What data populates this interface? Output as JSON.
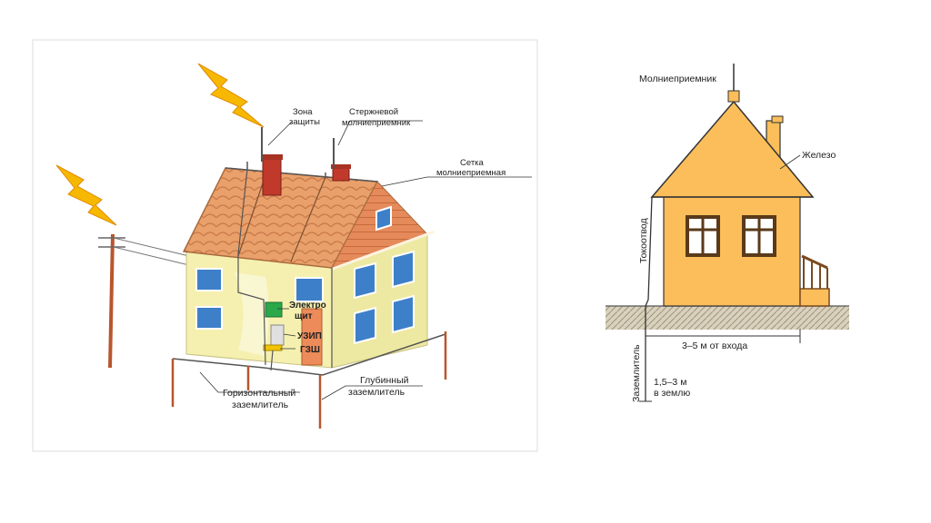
{
  "left_diagram": {
    "labels": {
      "zone_line1": "Зона",
      "zone_line2": "защиты",
      "rod_line1": "Стержневой",
      "rod_line2": "молниеприемник",
      "mesh_line1": "Сетка",
      "mesh_line2": "молниеприемная",
      "panel_line1": "Электро",
      "panel_line2": "щит",
      "spd": "УЗИП",
      "gzsh": "ГЗШ",
      "horizontal_line1": "Горизонтальный",
      "horizontal_line2": "заземлитель",
      "deep_line1": "Глубинный",
      "deep_line2": "заземлитель"
    }
  },
  "right_diagram": {
    "labels": {
      "lightning_rod": "Молниеприемник",
      "iron": "Железо",
      "down_conductor": "Токоотвод",
      "distance": "3–5 м от входа",
      "grounding": "Заземлитель",
      "depth_line1": "1,5–3 м",
      "depth_line2": "в землю"
    }
  },
  "colors": {
    "bolt": "#f6b800",
    "roof": "#e79a62",
    "wall_left": "#f5f0b0",
    "wall_right": "#ede9a2",
    "window": "#3e7fc9",
    "chimney": "#c0392b",
    "house_right": "#fbbe5a",
    "ground": "#c9bfa8"
  }
}
